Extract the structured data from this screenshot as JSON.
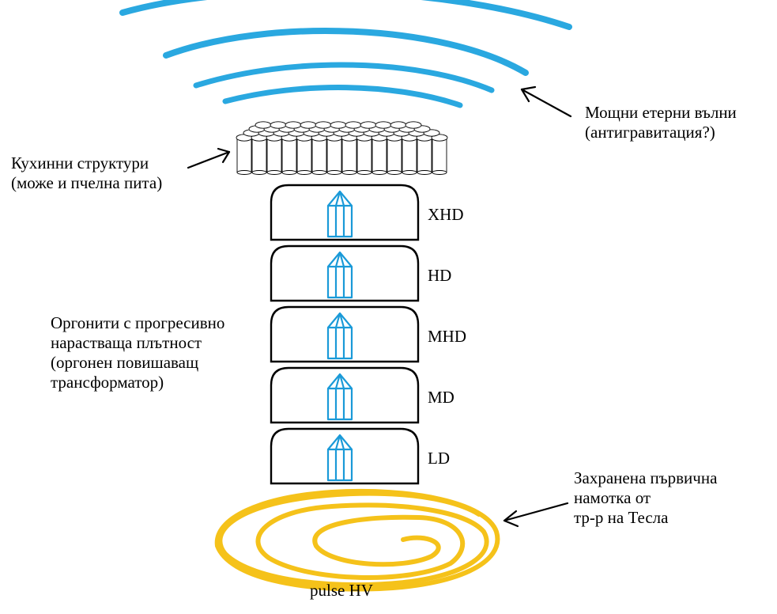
{
  "labels": {
    "waves_line1": "Мощни етерни вълни",
    "waves_line2": "(антигравитация?)",
    "honeycomb_line1": "Кухинни структури",
    "honeycomb_line2": "(може и пчелна пита)",
    "orgonite_line1": "Оргонити с прогресивно",
    "orgonite_line2": "нарастваща плътност",
    "orgonite_line3": "(оргонен повишаващ",
    "orgonite_line4": "трансформатор)",
    "coil_line1": "Захранена първична",
    "coil_line2": "намотка от",
    "coil_line3": "тр-р на Тесла",
    "pulse": "pulse HV"
  },
  "blocks": [
    {
      "label": "XHD"
    },
    {
      "label": "HD"
    },
    {
      "label": "MHD"
    },
    {
      "label": "MD"
    },
    {
      "label": "LD"
    }
  ],
  "colors": {
    "waves": "#2aa8e0",
    "crystal": "#1a9ad8",
    "coil": "#f5c21a",
    "outline": "#000000"
  }
}
